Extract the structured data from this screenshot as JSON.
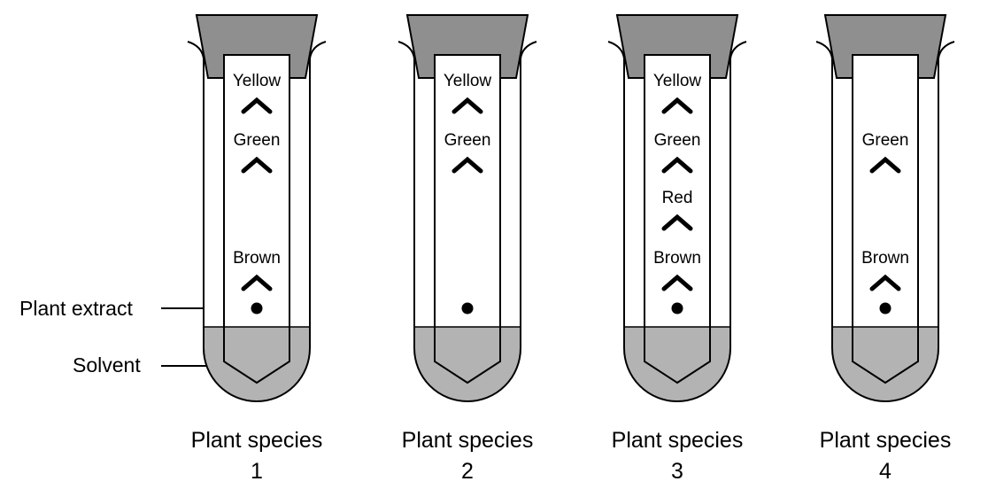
{
  "labels": {
    "plant_extract": "Plant extract",
    "solvent": "Solvent"
  },
  "colors": {
    "stopper": "#8f8f8f",
    "solvent": "#b3b3b3",
    "outline": "#000000"
  },
  "tubes": [
    {
      "caption": "Plant species",
      "number": "1",
      "pigments": [
        {
          "name": "Yellow"
        },
        {
          "name": "Green"
        },
        {
          "name": "Brown"
        }
      ]
    },
    {
      "caption": "Plant species",
      "number": "2",
      "pigments": [
        {
          "name": "Yellow"
        },
        {
          "name": "Green"
        }
      ]
    },
    {
      "caption": "Plant species",
      "number": "3",
      "pigments": [
        {
          "name": "Yellow"
        },
        {
          "name": "Green"
        },
        {
          "name": "Red"
        },
        {
          "name": "Brown"
        }
      ]
    },
    {
      "caption": "Plant species",
      "number": "4",
      "pigments": [
        {
          "name": "Green"
        },
        {
          "name": "Brown"
        }
      ]
    }
  ]
}
